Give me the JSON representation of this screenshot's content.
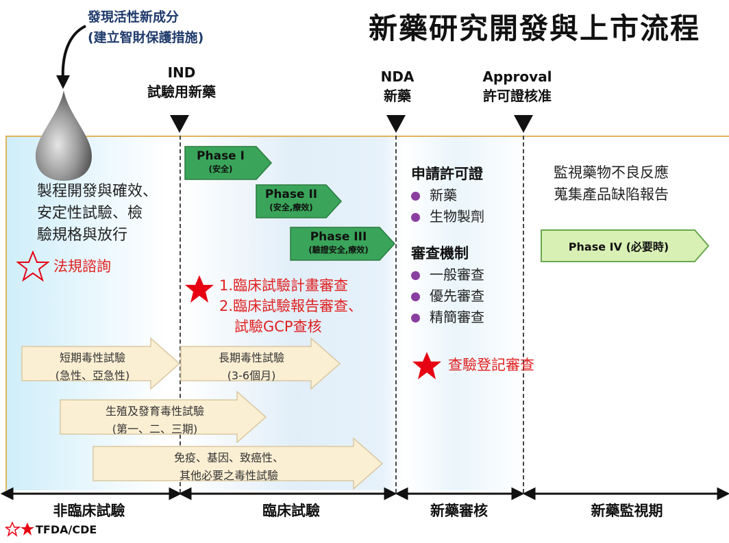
{
  "title": "新藥研究開發與上市流程",
  "discovery": {
    "line1": "發現活性新成分",
    "line2": "(建立智財保護措施)"
  },
  "milestones": {
    "ind": {
      "abbr": "IND",
      "label": "試驗用新藥"
    },
    "nda": {
      "abbr": "NDA",
      "label": "新藥"
    },
    "approval": {
      "abbr": "Approval",
      "label": "許可證核准"
    }
  },
  "preclinical": {
    "process_text": [
      "製程開發與確效、",
      "安定性試驗、檢",
      "驗規格與放行"
    ],
    "consult_label": "法規諮詢"
  },
  "phases": {
    "p1": {
      "name": "Phase I",
      "note": "(安全)"
    },
    "p2": {
      "name": "Phase II",
      "note": "(安全,療效)"
    },
    "p3": {
      "name": "Phase III",
      "note": "(驗證安全,療效)"
    },
    "p4": {
      "name": "Phase IV (必要時)"
    }
  },
  "clinical_review": {
    "line1": "1.臨床試驗計畫審查",
    "line2": "2.臨床試驗報告審查、",
    "line3": "試驗GCP查核"
  },
  "nda_review": {
    "apply_head": "申請許可證",
    "apply_items": [
      "新藥",
      "生物製劑"
    ],
    "mech_head": "審查機制",
    "mech_items": [
      "一般審查",
      "優先審查",
      "精簡審查"
    ],
    "inspection": "查驗登記審查"
  },
  "postmarket": {
    "line1": "監視藥物不良反應",
    "line2": "蒐集產品缺陷報告"
  },
  "toxicity": {
    "short": {
      "line1": "短期毒性試驗",
      "line2": "(急性、亞急性)"
    },
    "long": {
      "line1": "長期毒性試驗",
      "line2": "(3-6個月)"
    },
    "repro": {
      "line1": "生殖及發育毒性試驗",
      "line2": "(第一、二、三期)"
    },
    "other": {
      "line1": "免疫、基因、致癌性、",
      "line2": "其他必要之毒性試驗"
    }
  },
  "stages": [
    "非臨床試驗",
    "臨床試驗",
    "新藥審核",
    "新藥監視期"
  ],
  "legend": "TFDA/CDE",
  "colors": {
    "phase_green": "#3aa55a",
    "phase4_green": "#d8f0b4",
    "tox_arrow": "#fbefd3",
    "star_red": "#e60012",
    "bullet_purple": "#8a3fa0"
  }
}
